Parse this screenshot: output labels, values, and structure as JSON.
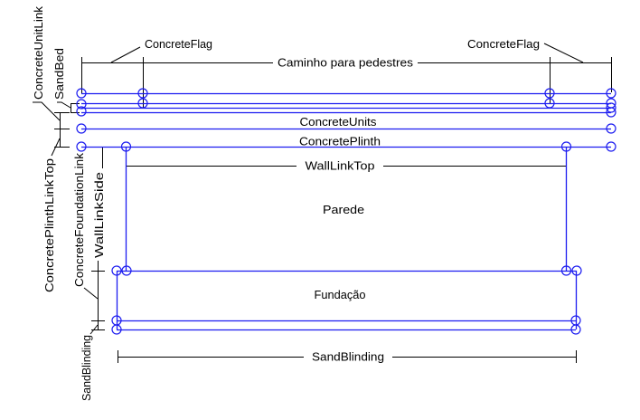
{
  "diagram": {
    "description": "Wall construction detail section with layer annotations"
  },
  "colors": {
    "element_blue": "#1c1cf0",
    "annotation_black": "#000000",
    "background": "#ffffff"
  },
  "left_labels": {
    "concrete_unit_link": "ConcreteUnitLink",
    "sand_bed": "SandBed",
    "concrete_plinth_link_top": "ConcretePlinthLinkTop",
    "concrete_foundation_link": "ConcreteFoundationLink",
    "wall_link_side": "WallLinkSide",
    "sand_blinding": "SandBlinding"
  },
  "top_labels": {
    "concrete_flag_left": "ConcreteFlag",
    "concrete_flag_right": "ConcreteFlag",
    "pedestrian_path": "Caminho para pedestres"
  },
  "layer_labels": {
    "concrete_units": "ConcreteUnits",
    "concrete_plinth": "ConcretePlinth",
    "wall_link_top": "WallLinkTop",
    "wall": "Parede",
    "foundation": "Fundação",
    "sand_blinding": "SandBlinding"
  }
}
